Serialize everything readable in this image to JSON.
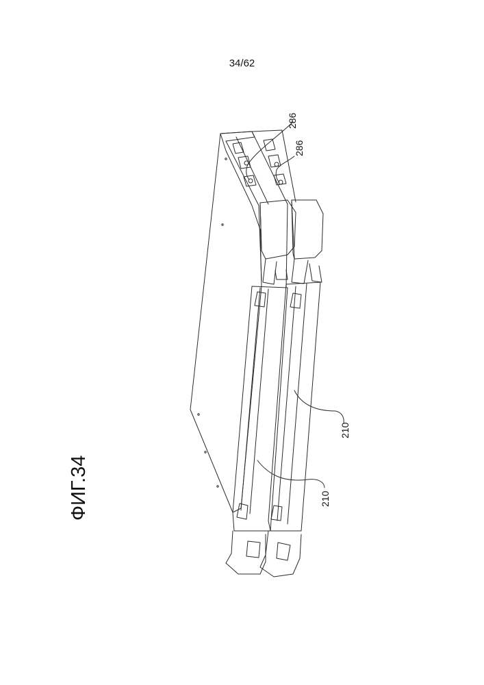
{
  "page": {
    "number": "34/62"
  },
  "figure": {
    "caption": "ФИГ.34",
    "references": {
      "ref_286_a": "286",
      "ref_286_b": "286",
      "ref_210_a": "210",
      "ref_210_b": "210"
    }
  }
}
